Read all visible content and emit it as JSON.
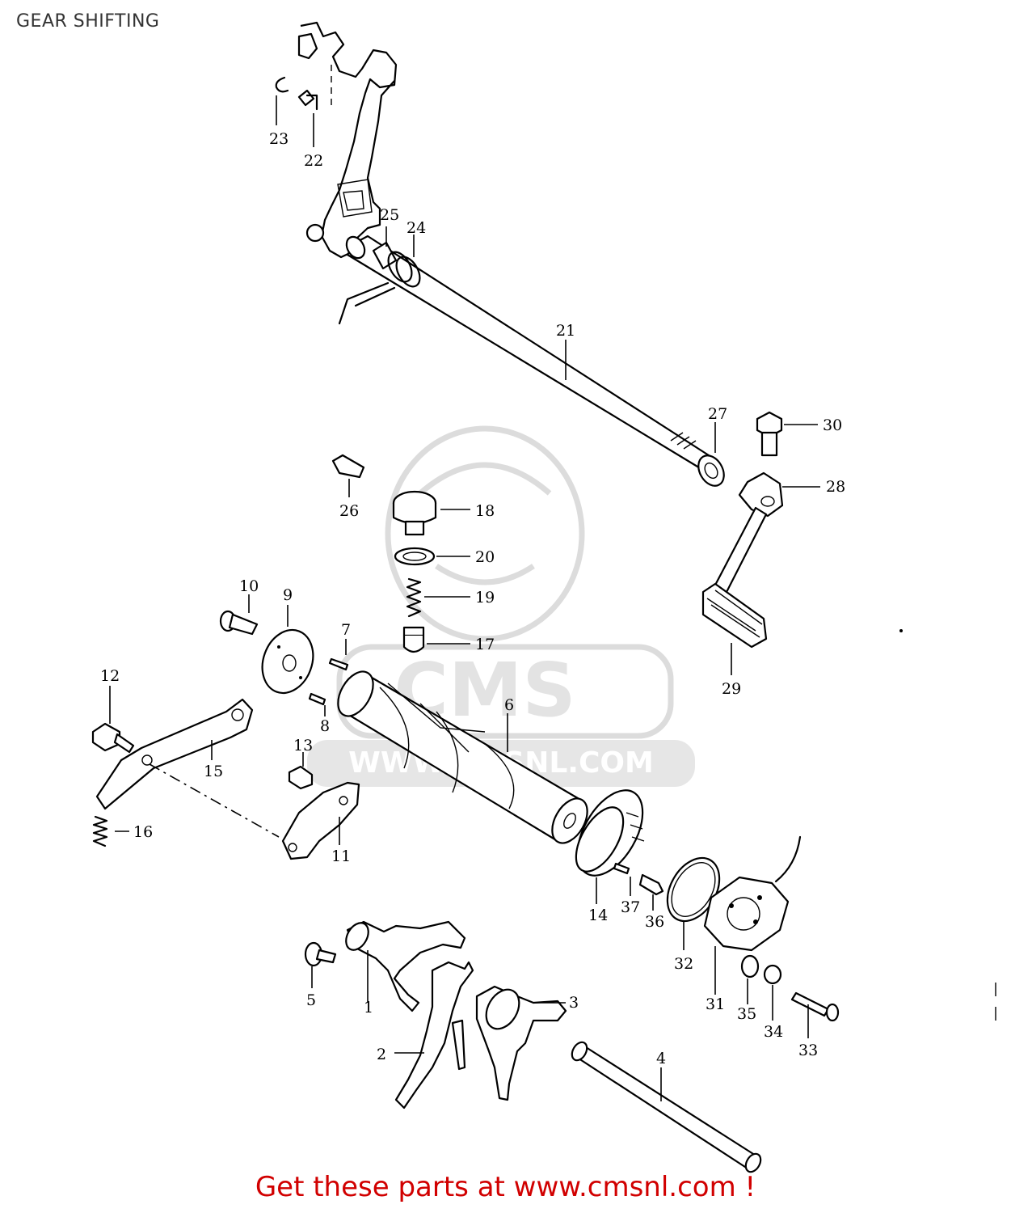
{
  "title": "GEAR SHIFTING",
  "footer": "Get these parts at www.cmsnl.com !",
  "watermark": {
    "logo_text": "CMS",
    "url_text": "WWW.CMSNL.COM"
  },
  "callouts": [
    "1",
    "2",
    "3",
    "4",
    "5",
    "6",
    "7",
    "8",
    "9",
    "10",
    "11",
    "12",
    "13",
    "14",
    "15",
    "16",
    "17",
    "18",
    "19",
    "20",
    "21",
    "22",
    "23",
    "24",
    "25",
    "26",
    "27",
    "28",
    "29",
    "30",
    "31",
    "32",
    "33",
    "34",
    "35",
    "36",
    "37"
  ]
}
